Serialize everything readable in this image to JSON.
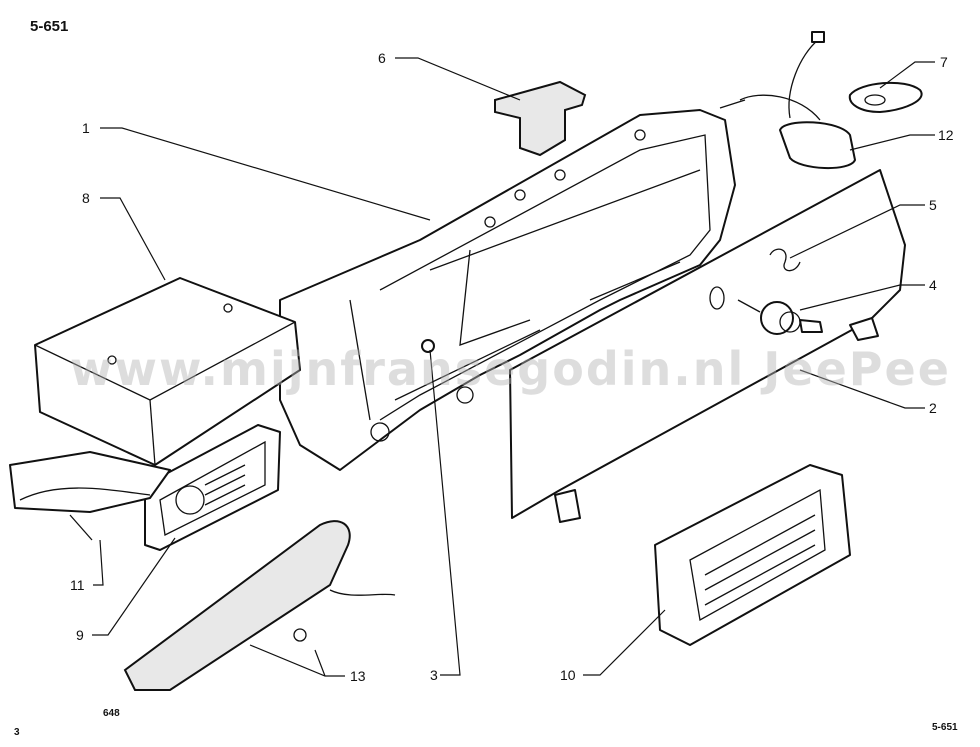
{
  "page_code": "5-651",
  "footer": {
    "left_number": "3",
    "figure_number": "648",
    "right_code": "5-651"
  },
  "watermark": "www.mijnfransegodin.nl   JeePee",
  "callouts": [
    {
      "id": "1",
      "label": "1"
    },
    {
      "id": "2",
      "label": "2"
    },
    {
      "id": "3",
      "label": "3"
    },
    {
      "id": "4",
      "label": "4"
    },
    {
      "id": "5",
      "label": "5"
    },
    {
      "id": "6",
      "label": "6"
    },
    {
      "id": "7",
      "label": "7"
    },
    {
      "id": "8",
      "label": "8"
    },
    {
      "id": "9",
      "label": "9"
    },
    {
      "id": "10",
      "label": "10"
    },
    {
      "id": "11",
      "label": "11"
    },
    {
      "id": "12",
      "label": "12"
    },
    {
      "id": "13",
      "label": "13"
    }
  ]
}
